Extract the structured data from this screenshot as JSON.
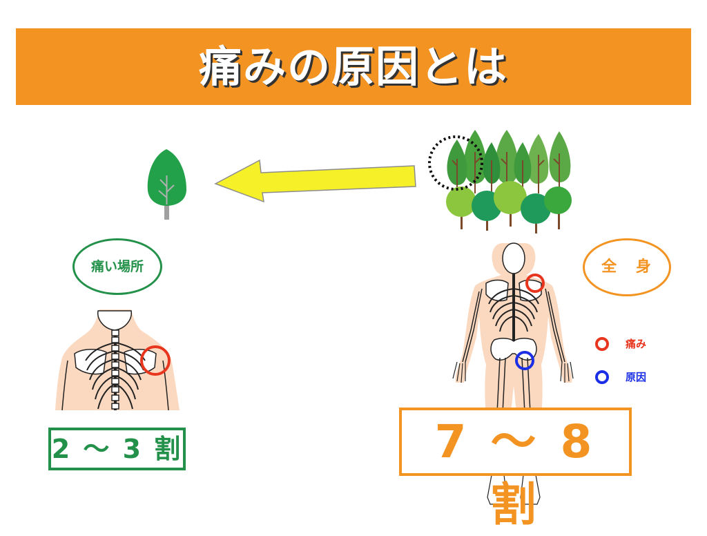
{
  "title": "痛みの原因とは",
  "left": {
    "oval_label": "痛い場所",
    "ratio_label": "2 ～ 3 割"
  },
  "right": {
    "oval_label": "全 身",
    "ratio_label": "7 ～ 8 割"
  },
  "legend": [
    {
      "label": "痛み",
      "color": "#e8361e"
    },
    {
      "label": "原因",
      "color": "#1a2ee6"
    }
  ],
  "colors": {
    "accent_orange": "#f39321",
    "green": "#23914a",
    "arrow_yellow": "#f5f028",
    "pain_red": "#e8361e",
    "cause_blue": "#1a2ee6"
  }
}
